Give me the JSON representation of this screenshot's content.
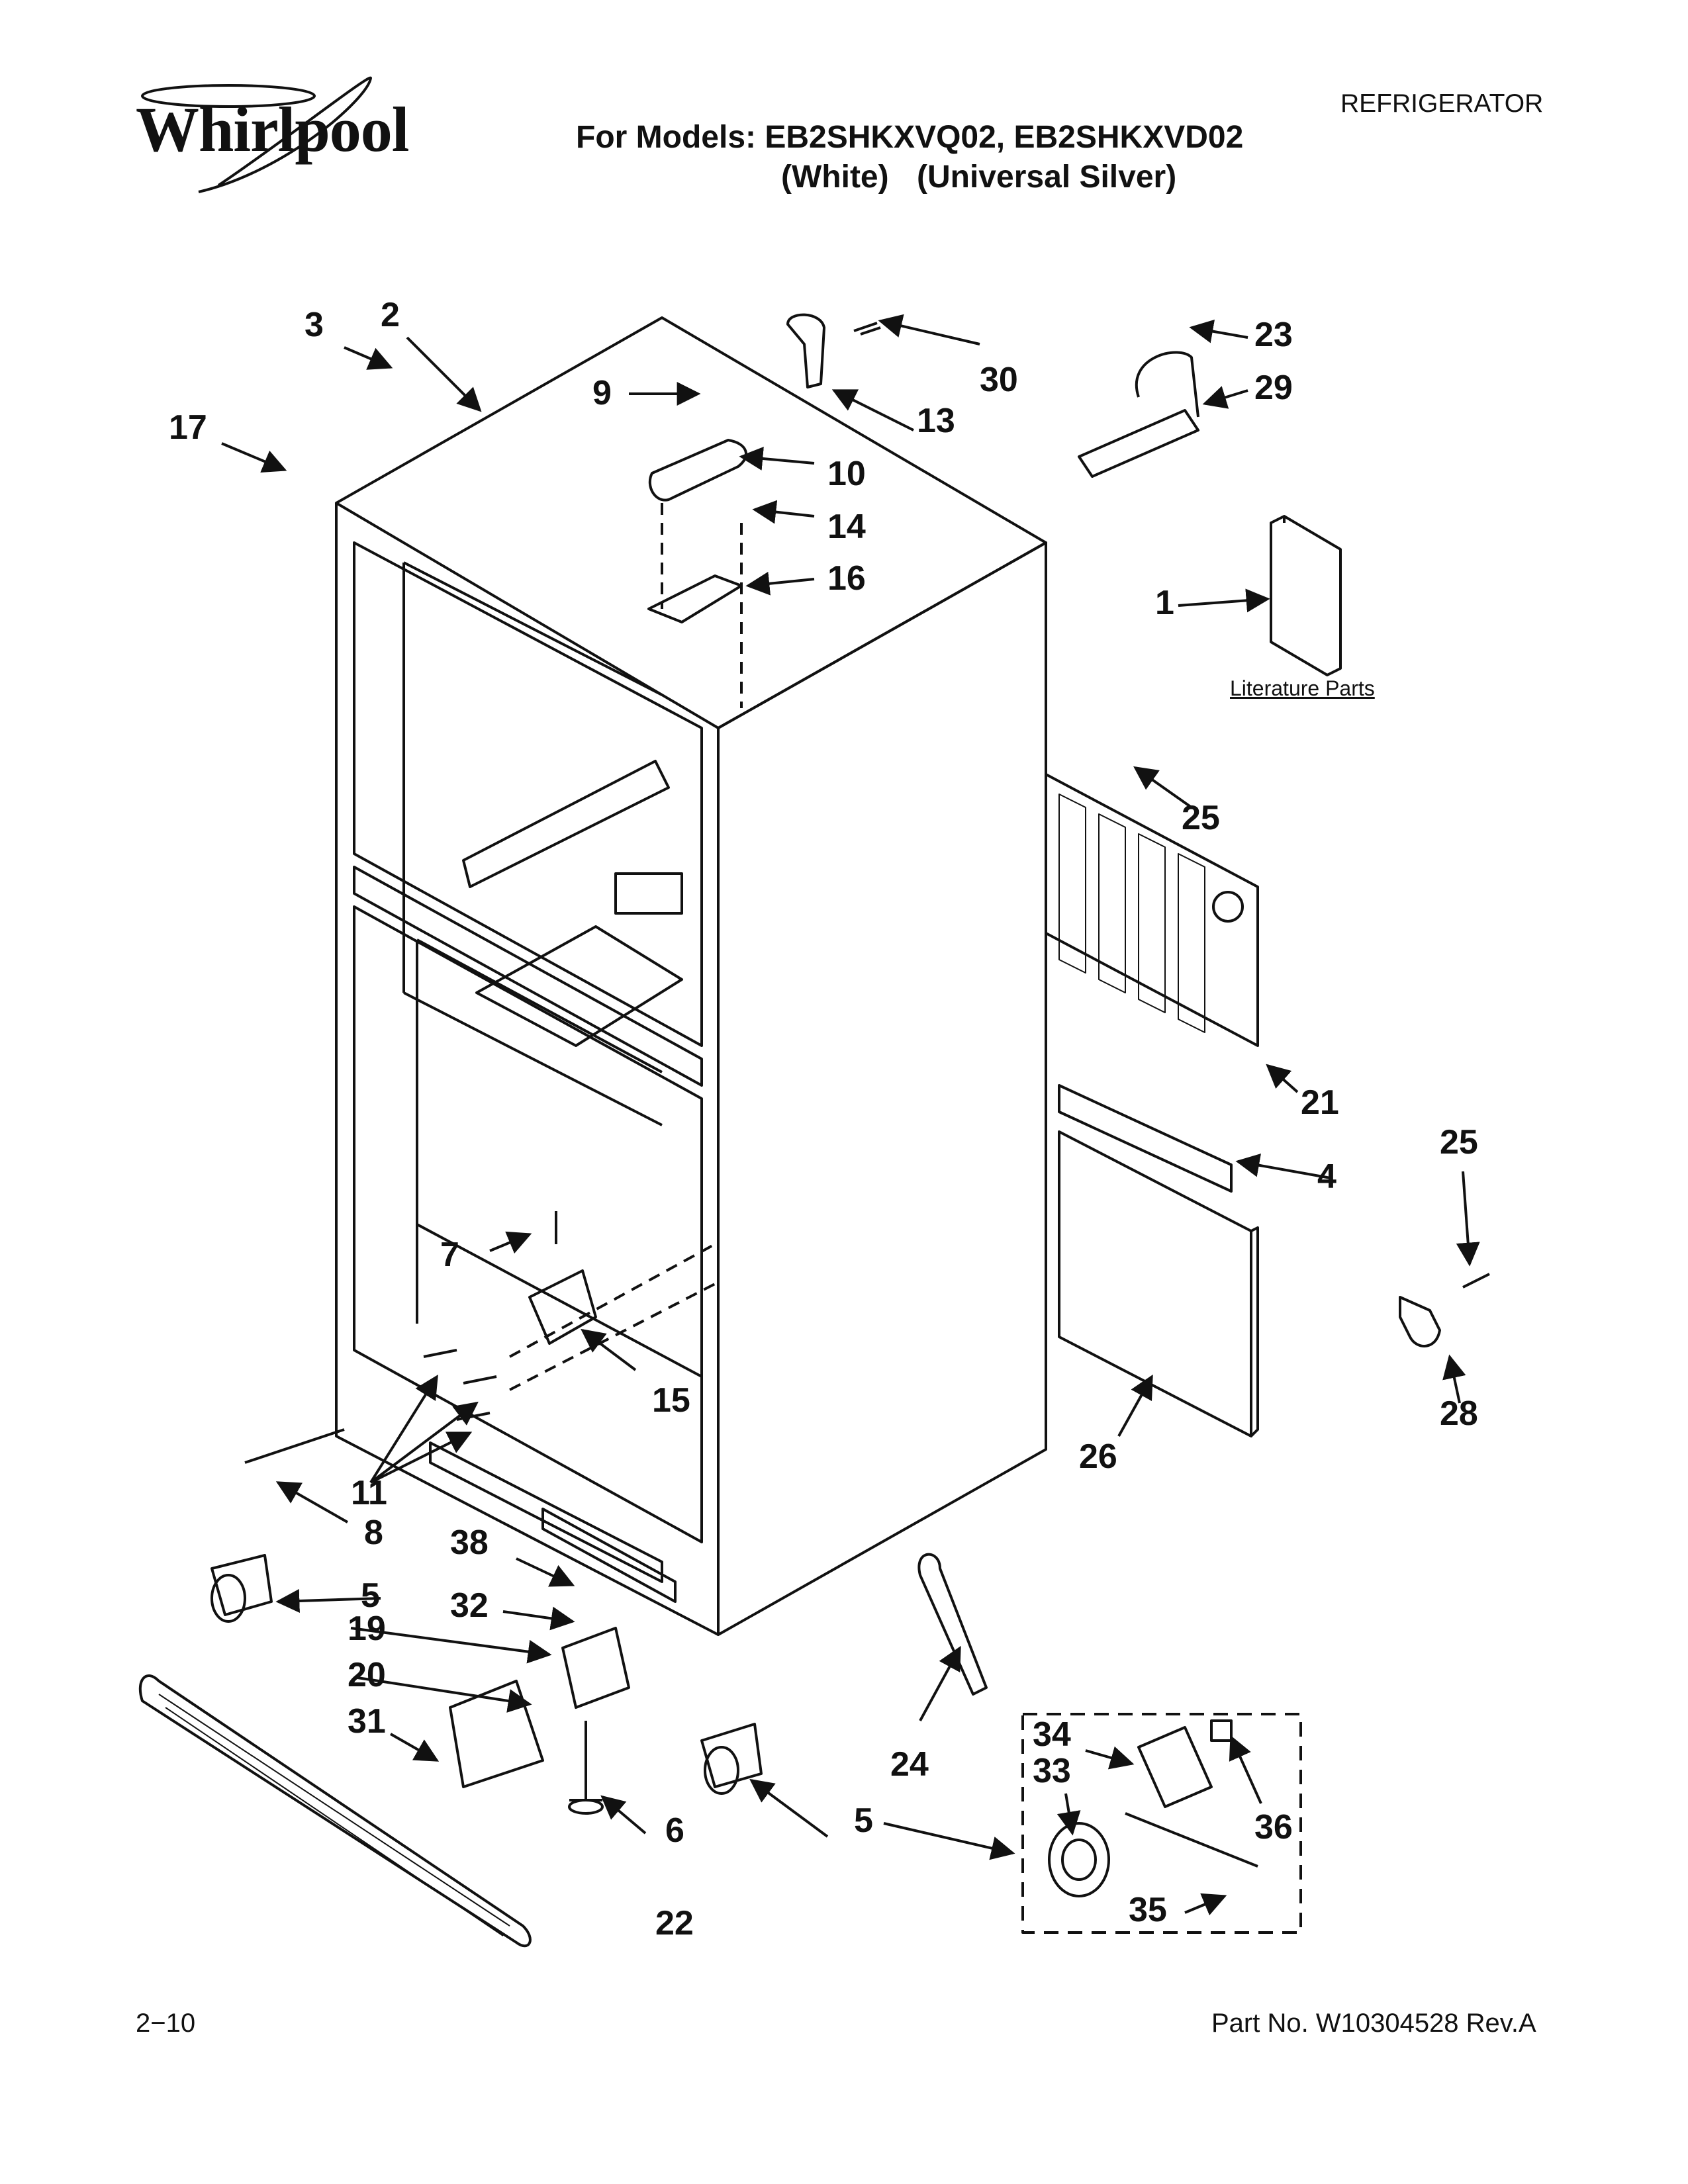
{
  "header": {
    "brand": "Whirlpool",
    "category": "REFRIGERATOR",
    "models_line": "For Models: EB2SHKXVQ02, EB2SHKXVD02",
    "model_color_1": "(White)",
    "model_color_2": "(Universal Silver)"
  },
  "diagram": {
    "literature_label": "Literature Parts",
    "callouts": [
      "1",
      "2",
      "3",
      "4",
      "5",
      "5",
      "6",
      "7",
      "8",
      "9",
      "10",
      "11",
      "13",
      "14",
      "15",
      "16",
      "17",
      "19",
      "20",
      "21",
      "22",
      "23",
      "24",
      "25",
      "25",
      "26",
      "28",
      "29",
      "30",
      "31",
      "32",
      "33",
      "34",
      "35",
      "36",
      "38"
    ]
  },
  "footer": {
    "page": "2−10",
    "part_number": "Part No. W10304528 Rev.A"
  }
}
